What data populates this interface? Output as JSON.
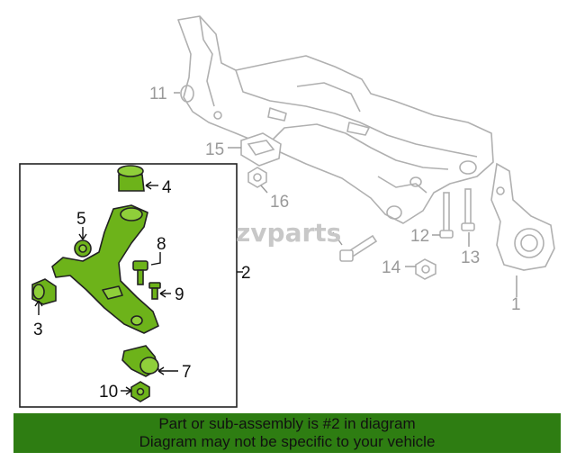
{
  "diagram": {
    "callouts": {
      "c1": "1",
      "c2": "2",
      "c3": "3",
      "c4": "4",
      "c5": "5",
      "c7": "7",
      "c8": "8",
      "c9": "9",
      "c10": "10",
      "c11": "11",
      "c12": "12",
      "c13": "13",
      "c14": "14",
      "c15": "15",
      "c16": "16"
    },
    "colors": {
      "highlight": "#6db31a",
      "outline": "#b0b0b0",
      "box_border": "#222222"
    }
  },
  "watermark": {
    "text": "zvparts"
  },
  "footer": {
    "line1": "Part or sub-assembly is #2 in diagram",
    "line2": "Diagram may not be specific to your vehicle",
    "background": "#2e7d12"
  }
}
